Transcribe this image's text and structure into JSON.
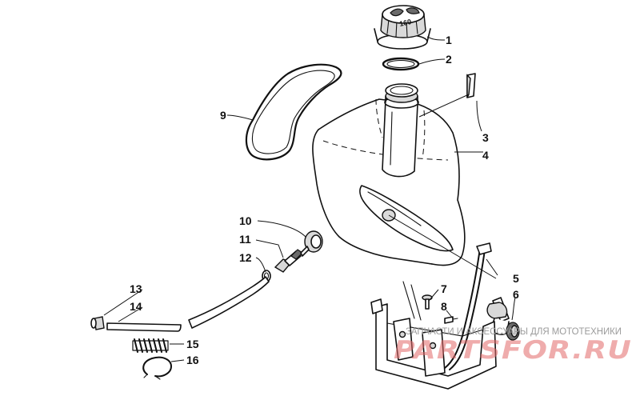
{
  "diagram": {
    "cap_marking": "160",
    "callouts": [
      {
        "number": "1"
      },
      {
        "number": "2"
      },
      {
        "number": "3"
      },
      {
        "number": "4"
      },
      {
        "number": "5"
      },
      {
        "number": "6"
      },
      {
        "number": "7"
      },
      {
        "number": "8"
      },
      {
        "number": "9"
      },
      {
        "number": "10"
      },
      {
        "number": "11"
      },
      {
        "number": "12"
      },
      {
        "number": "13"
      },
      {
        "number": "14"
      },
      {
        "number": "15"
      },
      {
        "number": "16"
      }
    ]
  },
  "watermark": {
    "tagline": "ЗАПЧАСТИ И АКСЕССУАРЫ ДЛЯ МОТОТЕХНИКИ",
    "logo": "PARTSFOR.RU"
  }
}
